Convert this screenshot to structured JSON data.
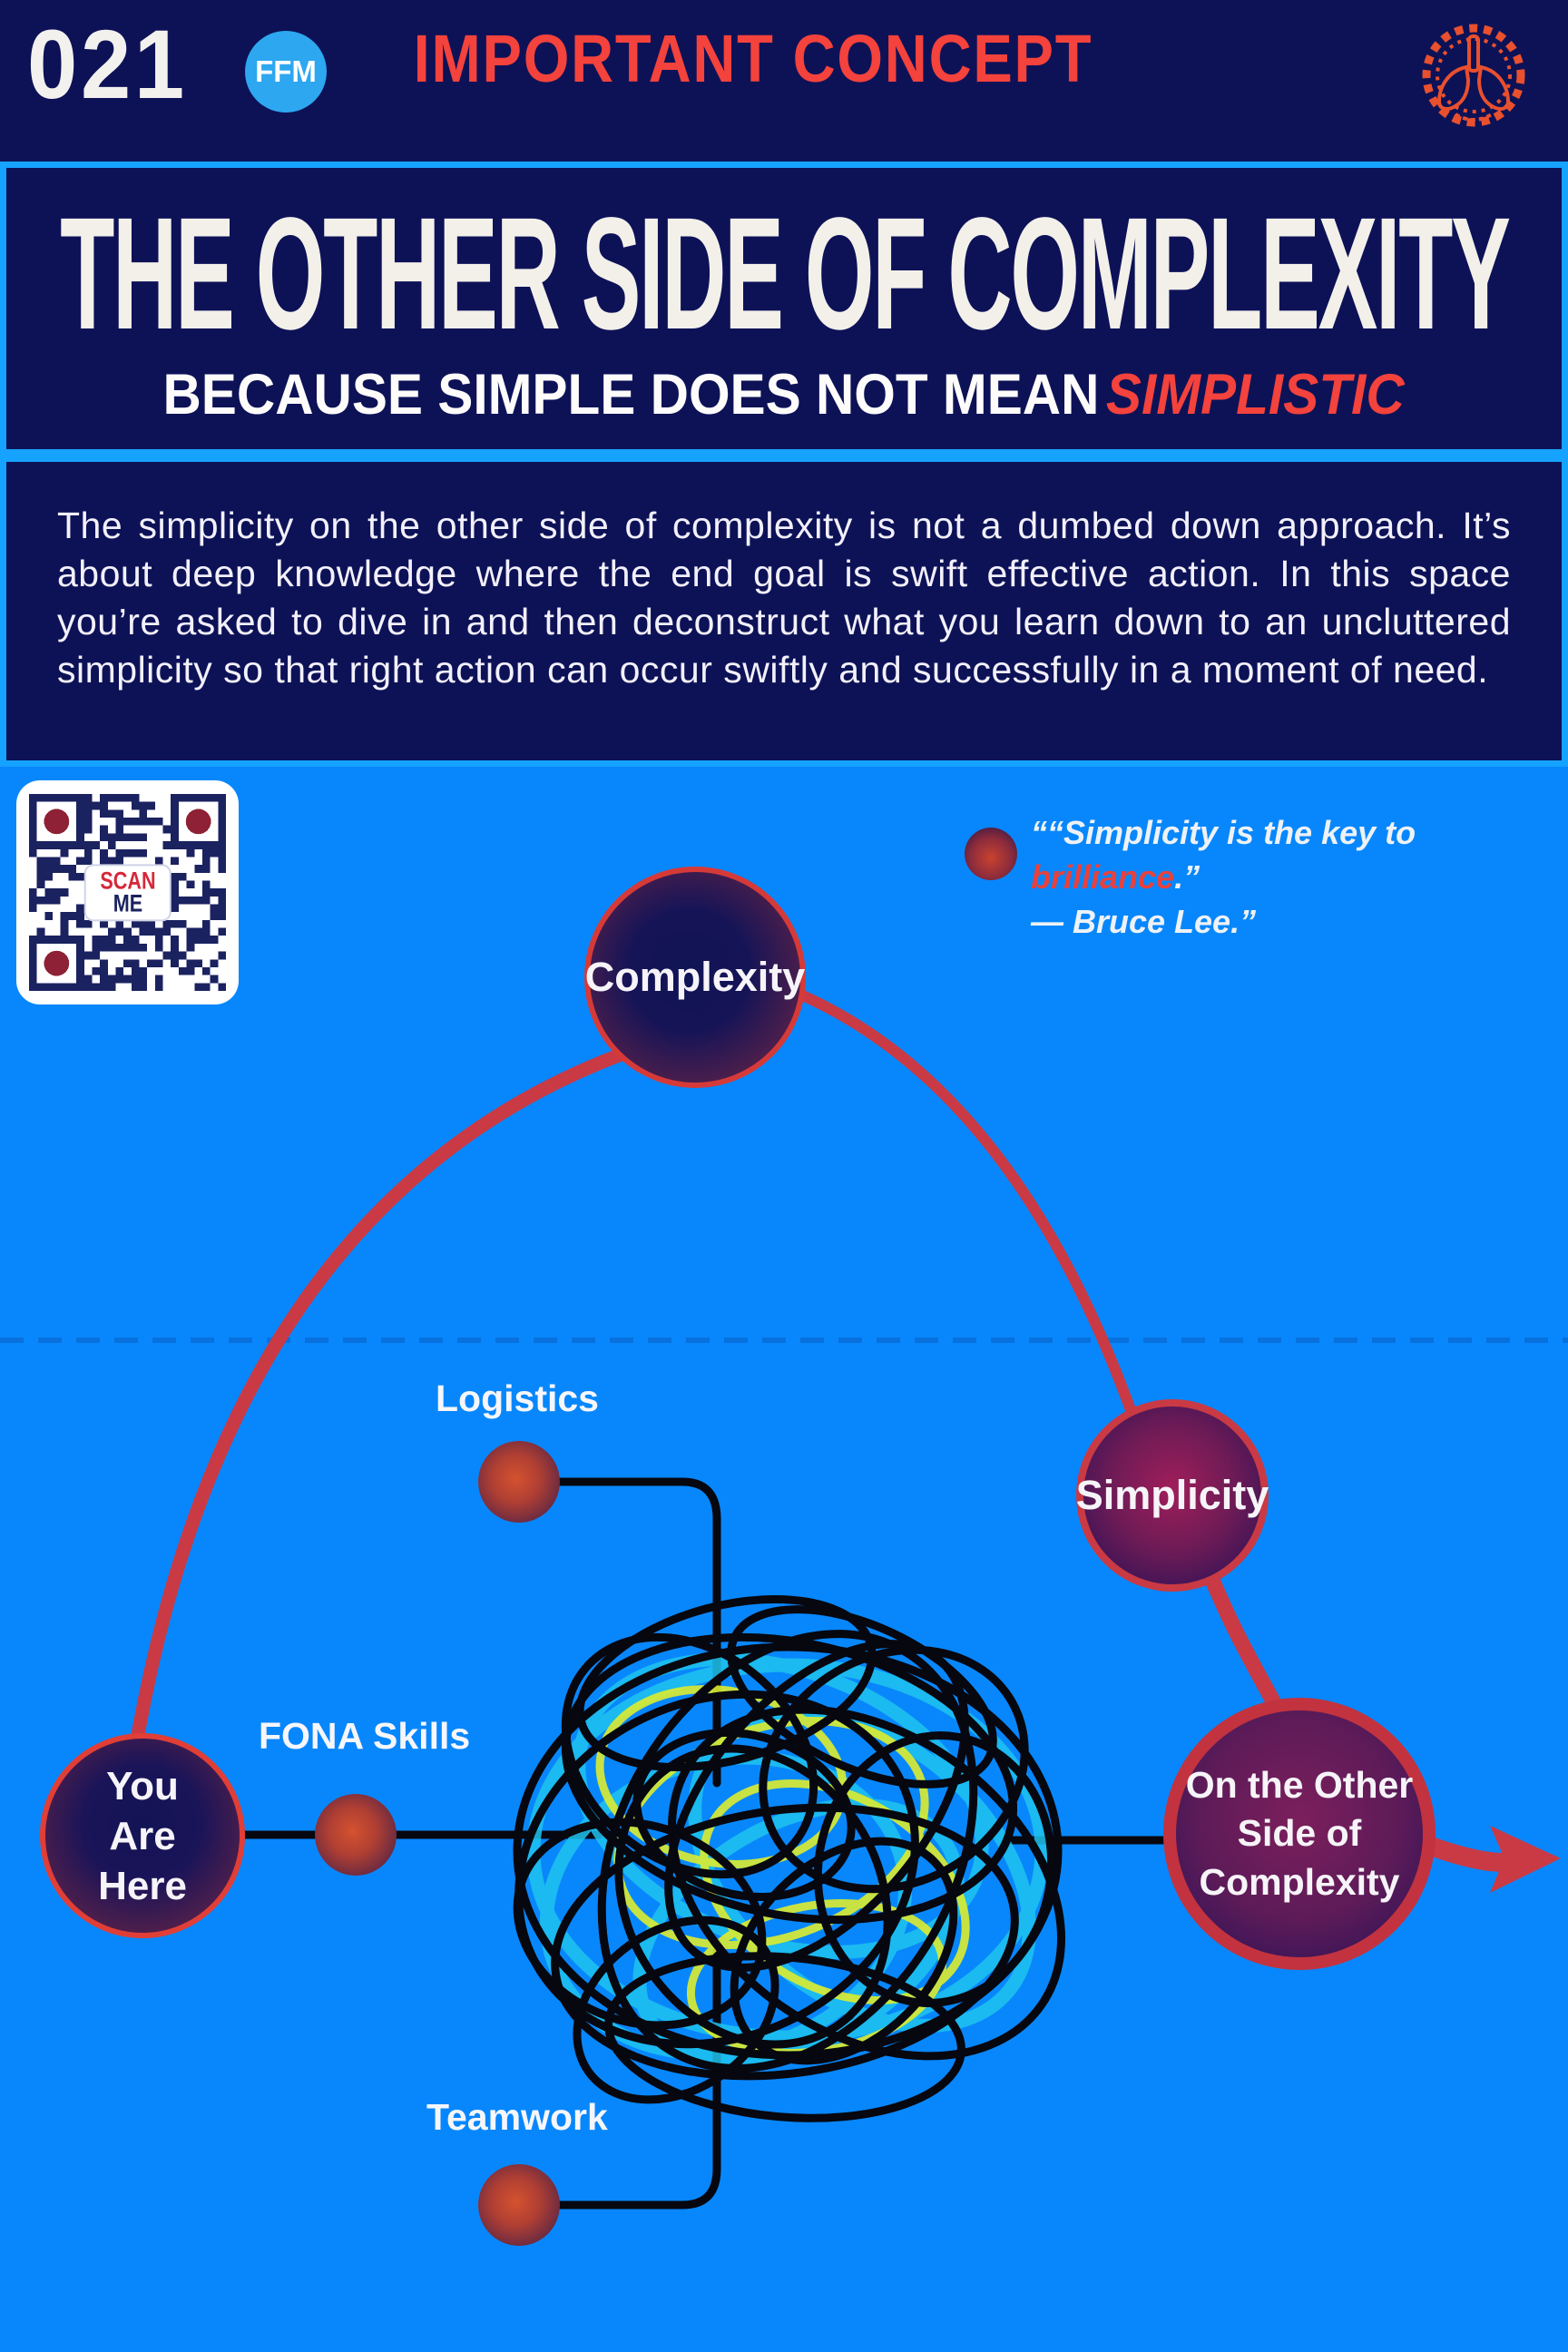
{
  "header": {
    "issue_number": "021",
    "badge": "FFM",
    "banner": "IMPORTANT CONCEPT"
  },
  "title_block": {
    "title": "THE OTHER SIDE OF COMPLEXITY",
    "subtitle_prefix": "BECAUSE SIMPLE DOES NOT MEAN",
    "subtitle_highlight": "SIMPLISTIC"
  },
  "intro": {
    "text": "The simplicity on the other side of complexity is not a dumbed down approach. It’s about deep knowledge where the end goal is swift effective action.  In this space you’re asked to dive in and then deconstruct what you learn down to an uncluttered simplicity so that right action can occur swiftly and successfully in a moment of need."
  },
  "qr": {
    "line1": "SCAN",
    "line2": "ME"
  },
  "quote": {
    "prefix": "““Simplicity is the key to ",
    "highlight": "brilliance",
    "suffix": ".”",
    "attribution": "— Bruce Lee.”"
  },
  "diagram": {
    "nodes": {
      "complexity": {
        "label": "Complexity"
      },
      "simplicity": {
        "label": "Simplicity"
      },
      "you_are_here": {
        "lines": [
          "You",
          "Are",
          "Here"
        ]
      },
      "other_side": {
        "lines": [
          "On the Other",
          "Side of",
          "Complexity"
        ]
      }
    },
    "inputs": {
      "logistics": "Logistics",
      "fona": "FONA Skills",
      "teamwork": "Teamwork"
    }
  },
  "colors": {
    "navy": "#0d1257",
    "bg_blue": "#0887fc",
    "border_blue": "#16a2ff",
    "accent_red": "#f4423c",
    "arc_red": "#c93a44"
  }
}
